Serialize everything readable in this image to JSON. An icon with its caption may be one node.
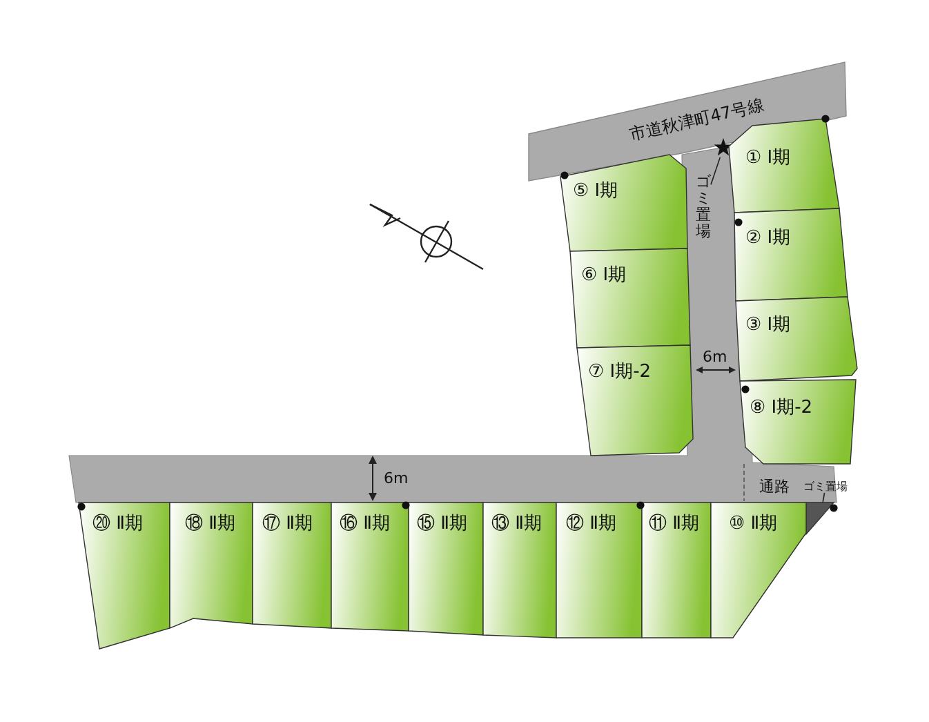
{
  "diagram": {
    "nodes": [
      {
        "text": [
          "市道秋津町47号線"
        ]
      },
      {
        "text": [],
        "shape": "star"
      },
      {
        "text": [
          "① Ⅰ期"
        ]
      },
      {
        "text": [
          "⑤ Ⅰ期"
        ]
      },
      {
        "text": [
          "ゴミ置場"
        ]
      },
      {
        "text": [
          "② Ⅰ期"
        ]
      },
      {
        "text": [
          "⑥ Ⅰ期"
        ]
      },
      {
        "text": [
          "③ Ⅰ期"
        ]
      },
      {
        "text": [
          "⑦ Ⅰ期-2"
        ]
      },
      {
        "text": [
          "⑧ Ⅰ期-2"
        ]
      },
      {
        "text": [
          "ゴミ置場"
        ]
      },
      {
        "text": [],
        "shape": "triangle"
      },
      {
        "text": [
          "⑳ Ⅱ期"
        ]
      },
      {
        "text": [
          "⑱ Ⅱ期"
        ]
      },
      {
        "text": [
          "⑰ Ⅱ期"
        ]
      },
      {
        "text": [
          "⑯ Ⅱ期"
        ]
      },
      {
        "text": [
          "⑮ Ⅱ期"
        ]
      },
      {
        "text": [
          "⑬ Ⅱ期"
        ]
      },
      {
        "text": [
          "⑫ Ⅱ期"
        ]
      },
      {
        "text": [
          "⑪ Ⅱ期"
        ]
      },
      {
        "text": [
          "⑩ Ⅱ期"
        ]
      }
    ],
    "edges": [
      {
        "from": 4,
        "to": 1,
        "arrow": "none"
      },
      {
        "from": 10,
        "to": 11,
        "arrow": "none"
      }
    ],
    "labels": [
      "6m",
      "6m",
      "通路"
    ]
  }
}
